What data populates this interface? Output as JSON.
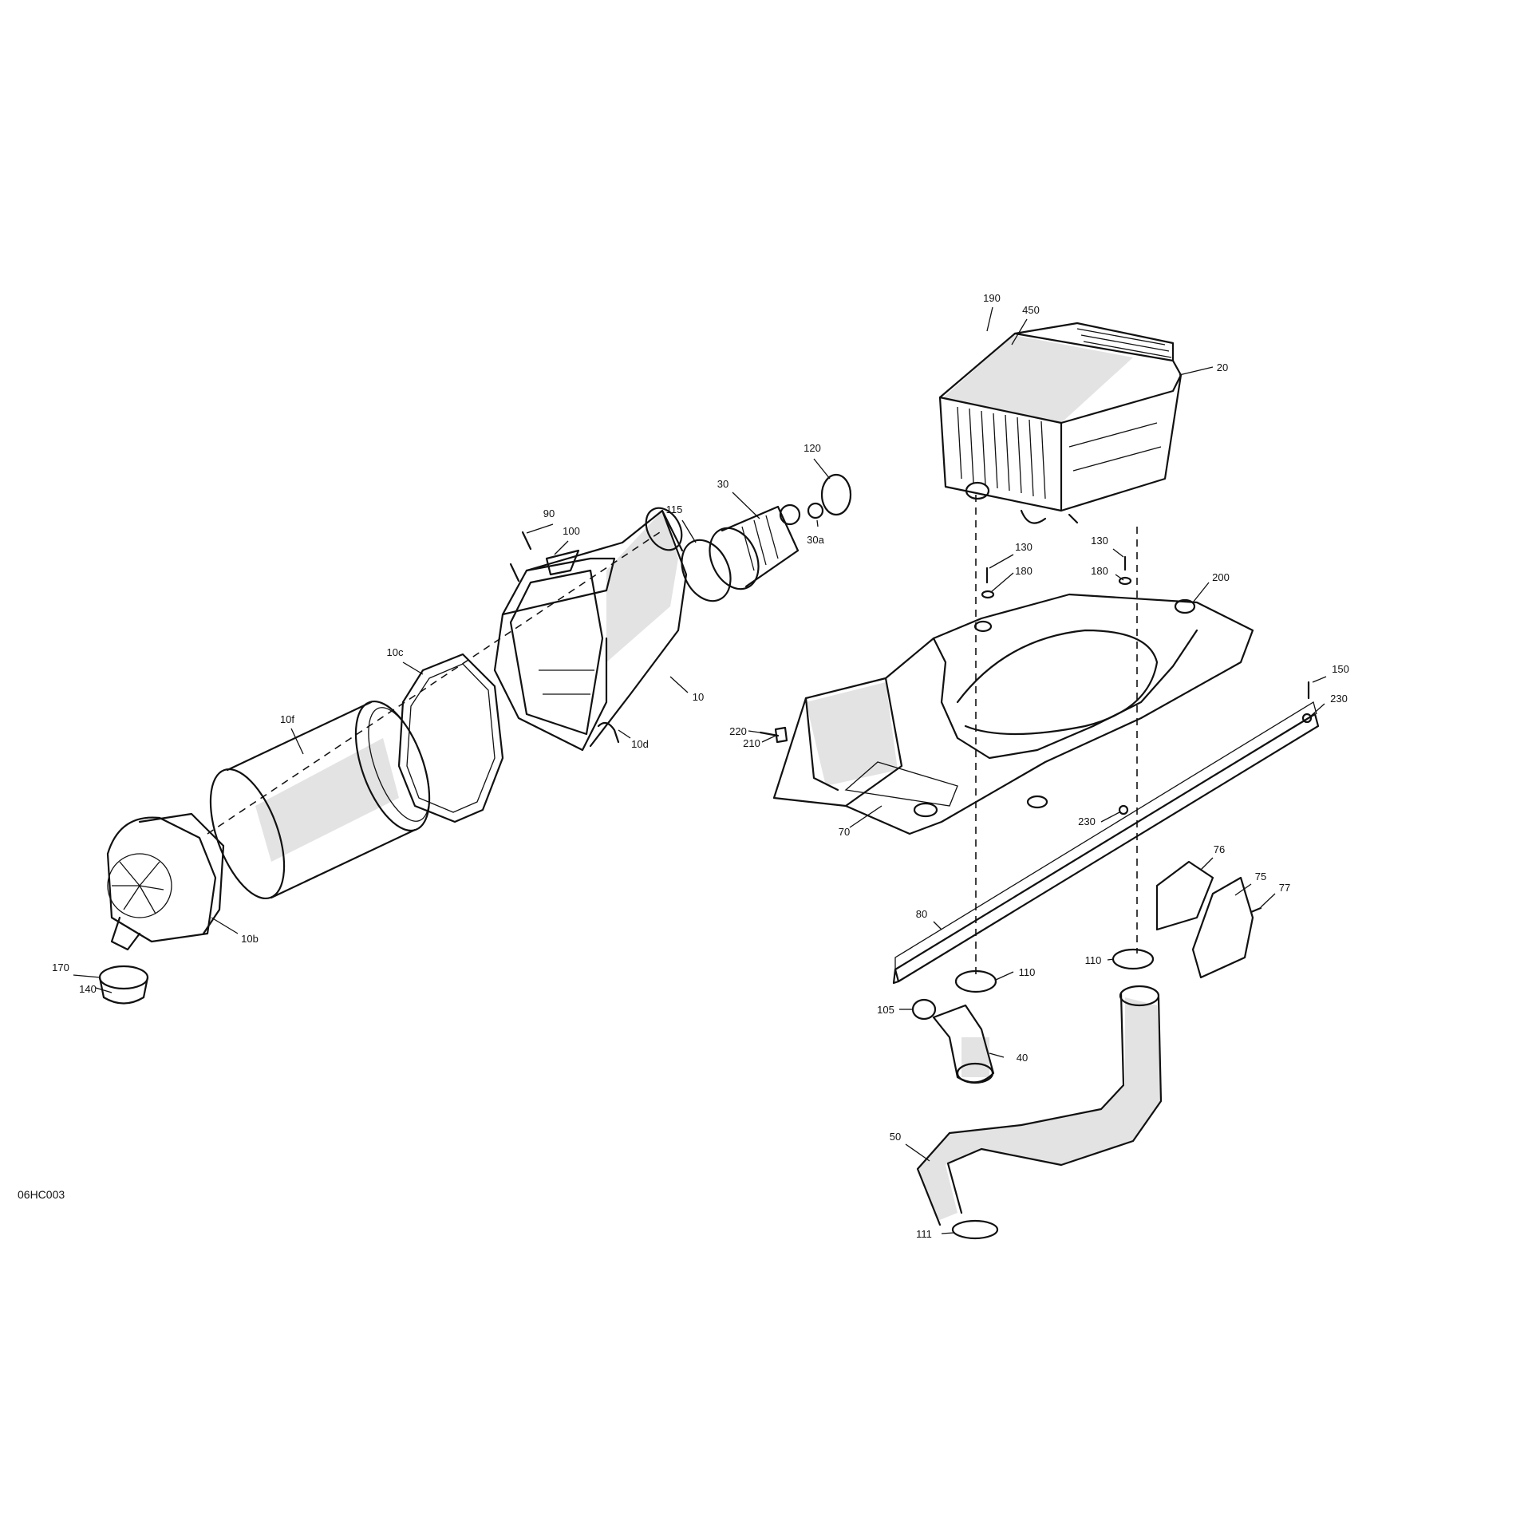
{
  "drawing_code": "06HC003",
  "labels": {
    "p190": "190",
    "p450": "450",
    "p20": "20",
    "p120": "120",
    "p30": "30",
    "p30a": "30a",
    "p115": "115",
    "p90": "90",
    "p100": "100",
    "p10c": "10c",
    "p10": "10",
    "p10d": "10d",
    "p10f": "10f",
    "p10b": "10b",
    "p170": "170",
    "p140": "140",
    "p130a": "130",
    "p130b": "130",
    "p180a": "180",
    "p180b": "180",
    "p200": "200",
    "p150": "150",
    "p230a": "230",
    "p230b": "230",
    "p220": "220",
    "p210": "210",
    "p70": "70",
    "p76": "76",
    "p75": "75",
    "p77": "77",
    "p80": "80",
    "p110a": "110",
    "p110b": "110",
    "p105": "105",
    "p40": "40",
    "p50": "50",
    "p111": "111"
  }
}
